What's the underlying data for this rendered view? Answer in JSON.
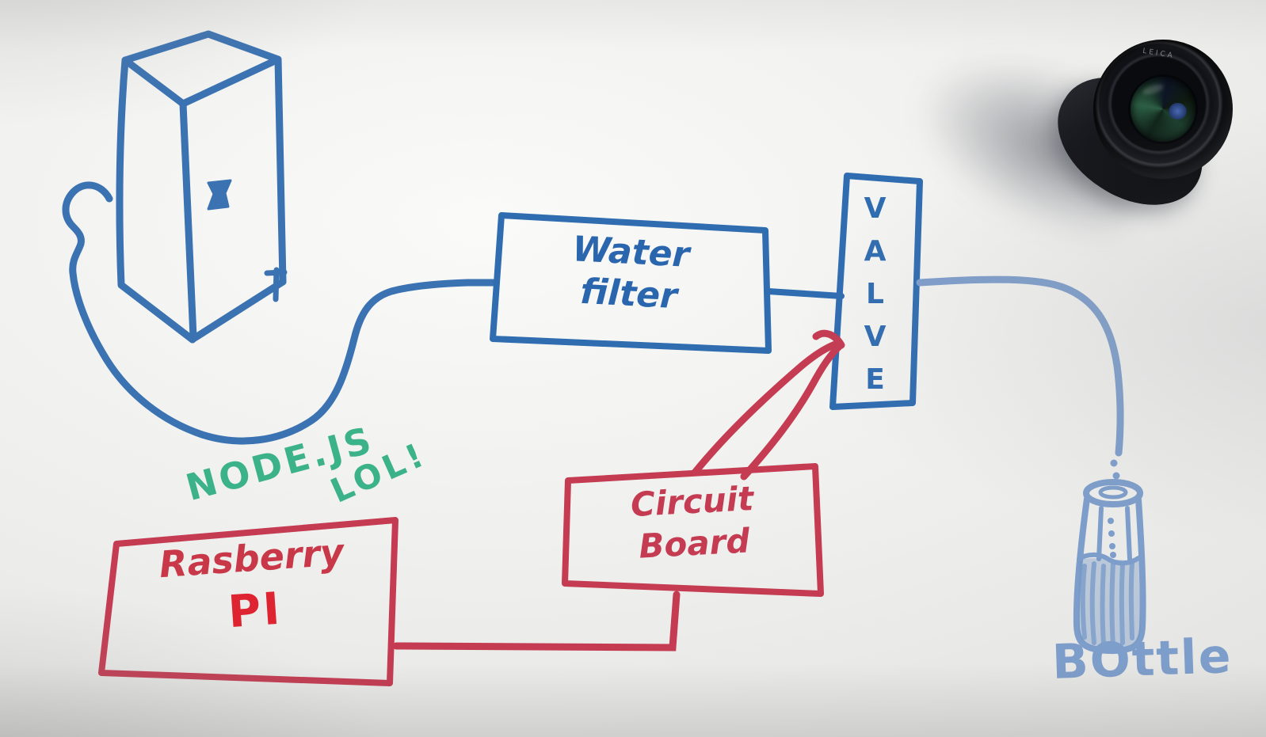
{
  "scene": {
    "kind": "whiteboard marker sketch (photo)",
    "title": "Whiteboard diagram of an automated water-bottle filling system",
    "background_color": "#ebebe9"
  },
  "colors": {
    "blue_marker": "#2f6cb0",
    "hose_blue": "#3a72b2",
    "light_blue_marker": "#7d9dca",
    "red_marker": "#c43b52",
    "bright_red": "#dd2430",
    "green_marker": "#3cb28a"
  },
  "nodes": {
    "water_tank": {
      "kind": "drawing",
      "depicts": "water cooler jug drawn as 3D box with small dispenser tap and feet"
    },
    "water_filter": {
      "line1": "Water",
      "line2": "filter"
    },
    "valve": {
      "label": "VALVE"
    },
    "circuit_board": {
      "line1": "Circuit",
      "line2": "Board"
    },
    "raspberry_pi": {
      "line1": "Rasberry",
      "line2": "PI"
    },
    "bottle": {
      "label": "BOttle",
      "depicts": "bottle half-filled with water, drip dots falling into it"
    }
  },
  "annotations": {
    "node_js": {
      "line1": "NODE.JS",
      "line2": "LOL!"
    }
  },
  "connections": [
    {
      "from": "water-tank",
      "to": "water-filter",
      "color": "blue",
      "style": "long curvy hose with loop"
    },
    {
      "from": "water-filter",
      "to": "valve",
      "color": "blue",
      "style": "short horizontal line"
    },
    {
      "from": "valve",
      "to": "bottle",
      "color": "light-blue",
      "style": "arc down to bottle with drip dots"
    },
    {
      "from": "circuit-board",
      "to": "valve",
      "color": "red",
      "style": "double-line tube with pointed tip"
    },
    {
      "from": "circuit-board",
      "to": "raspberry-pi",
      "color": "red",
      "style": "right-angle wire"
    }
  ],
  "photo": {
    "camera_lens": {
      "description": "black camera lens lying on the whiteboard, top right",
      "engraving": "LEICA"
    }
  }
}
